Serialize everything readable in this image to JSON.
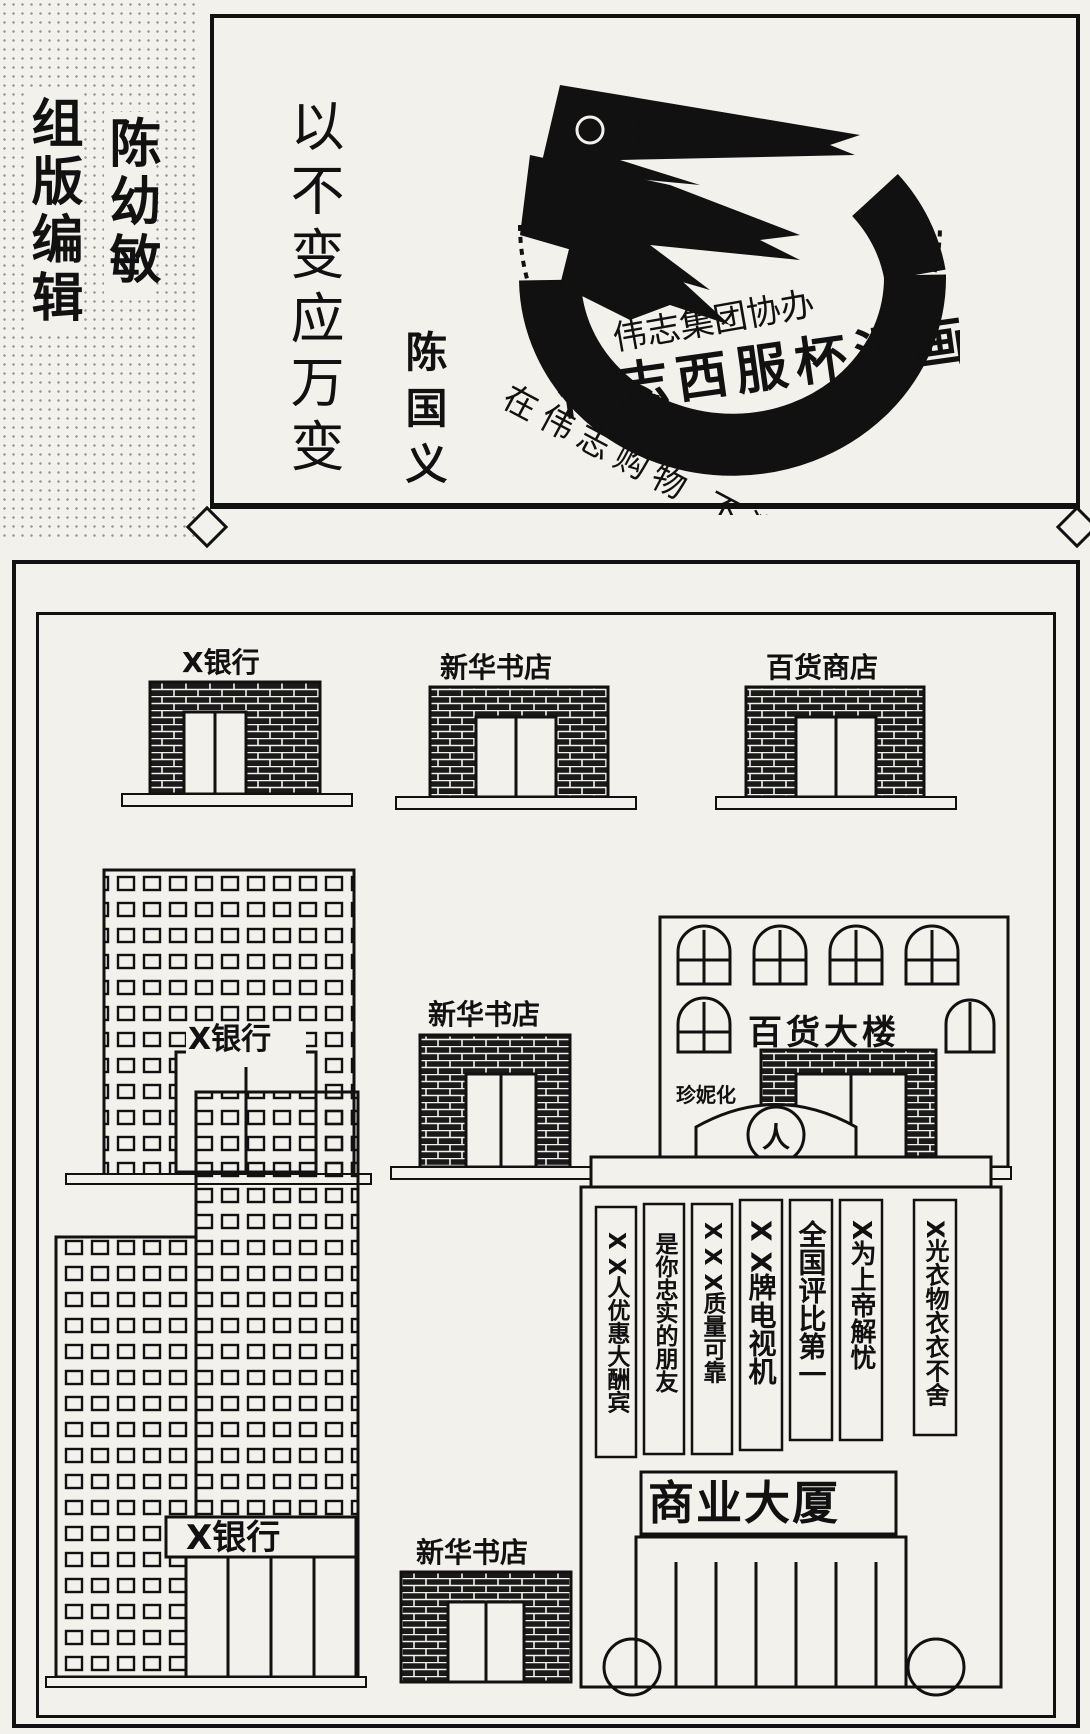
{
  "editor": {
    "role_label": "组版编辑",
    "name": "陈幼敏"
  },
  "cartoon": {
    "title": "以不变应万变",
    "author": "陈国义"
  },
  "advert": {
    "brand_banner": "伟志",
    "sponsor": "伟志集团协办",
    "contest_name": "伟志西服杯漫画",
    "slogan": "在伟志购物 不满意便退钱"
  },
  "panels": {
    "row1": {
      "bank": "X银行",
      "bookstore": "新华书店",
      "store": "百货商店"
    },
    "row2": {
      "bank": "X银行",
      "bookstore": "新华书店",
      "store": "百货大楼",
      "store_side_sign": "珍妮化"
    },
    "row3": {
      "bank": "X银行",
      "bookstore": "新华书店",
      "mall": "商业大厦",
      "clock_hand": "人",
      "banners": [
        "X X人优惠大酬宾",
        "是你忠实的朋友",
        "X X X质量可靠",
        "X X牌电视机",
        "全国评比第一",
        "X为上帝解忧",
        "X光衣物衣衣不舍"
      ]
    }
  }
}
